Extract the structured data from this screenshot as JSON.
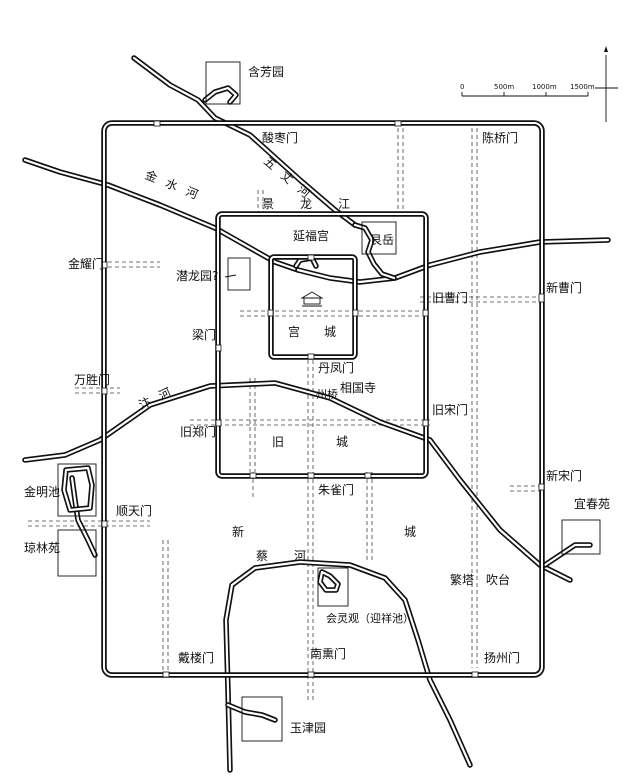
{
  "scale_bar": {
    "ticks": [
      "0",
      "500m",
      "1000m",
      "1500m"
    ]
  },
  "labels": {
    "hanfang_yuan": "含芳园",
    "suanzao_men": "酸枣门",
    "chenqiao_men": "陈桥门",
    "wuzhang_he": "五丈河",
    "jingshui_he": "金水河",
    "jinglong_jiang": "景龙江",
    "yanfu_gong": "延福宫",
    "gen_yue": "艮岳",
    "jinyao_men": "金耀门",
    "qianlong_yuan": "潜龙园?",
    "jiucao_men": "旧曹门",
    "xincao_men": "新曹门",
    "liang_men": "梁门",
    "gong_cheng": "宫城",
    "danfeng_men": "丹凤门",
    "wansheng_men": "万胜门",
    "zhou_qiao": "州桥",
    "xiangguo_si": "相国寺",
    "bian_he": "汴河",
    "jiuzheng_men": "旧郑门",
    "jiu_cheng": "旧城",
    "jiusong_men": "旧宋门",
    "xinsong_men": "新宋门",
    "jinming_chi": "金明池",
    "zhuque_men": "朱雀门",
    "shuntian_men": "顺天门",
    "yichun_yuan": "宜春苑",
    "qionglin_yuan": "琼林苑",
    "xin_cheng": "新城",
    "cai_he": "蔡河",
    "fan_ta": "繁塔",
    "chui_tai": "吹台",
    "huilingguan": "会灵观（迎祥池）",
    "dailou_men": "戴楼门",
    "nanxun_men": "南熏门",
    "yangzhou_men": "扬州门",
    "yujin_yuan": "玉津园"
  }
}
